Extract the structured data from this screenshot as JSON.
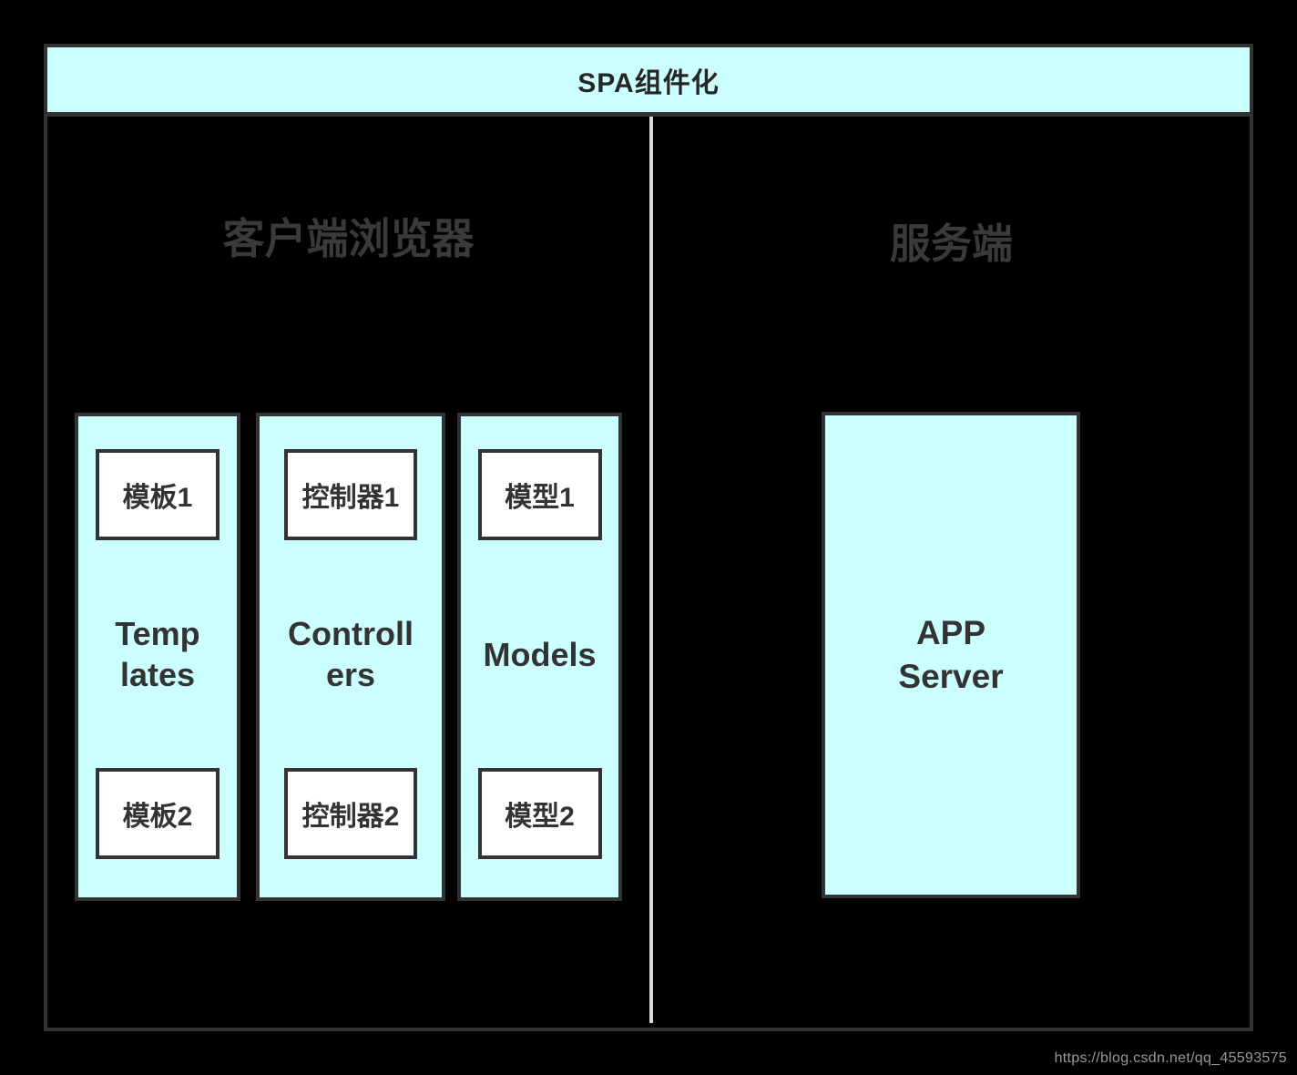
{
  "header": {
    "title": "SPA组件化"
  },
  "panes": {
    "client": {
      "title": "客户端浏览器",
      "columns": [
        {
          "label": "Temp\nlates",
          "top_box": "模板1",
          "bottom_box": "模板2"
        },
        {
          "label": "Controll\ners",
          "top_box": "控制器1",
          "bottom_box": "控制器2"
        },
        {
          "label": "Models",
          "top_box": "模型1",
          "bottom_box": "模型2"
        }
      ]
    },
    "server": {
      "title": "服务端",
      "box_label": "APP\nServer"
    }
  },
  "watermark": {
    "url": "https://blog.csdn.net/qq_45593575"
  },
  "colors": {
    "background": "#000000",
    "box_fill": "#ccffff",
    "box_border": "#333333",
    "sub_box_fill": "#ffffff",
    "divider": "#d9d9d9",
    "pane_title_text": "#3a3a3a",
    "label_text": "#333333",
    "watermark_text": "#999999"
  }
}
